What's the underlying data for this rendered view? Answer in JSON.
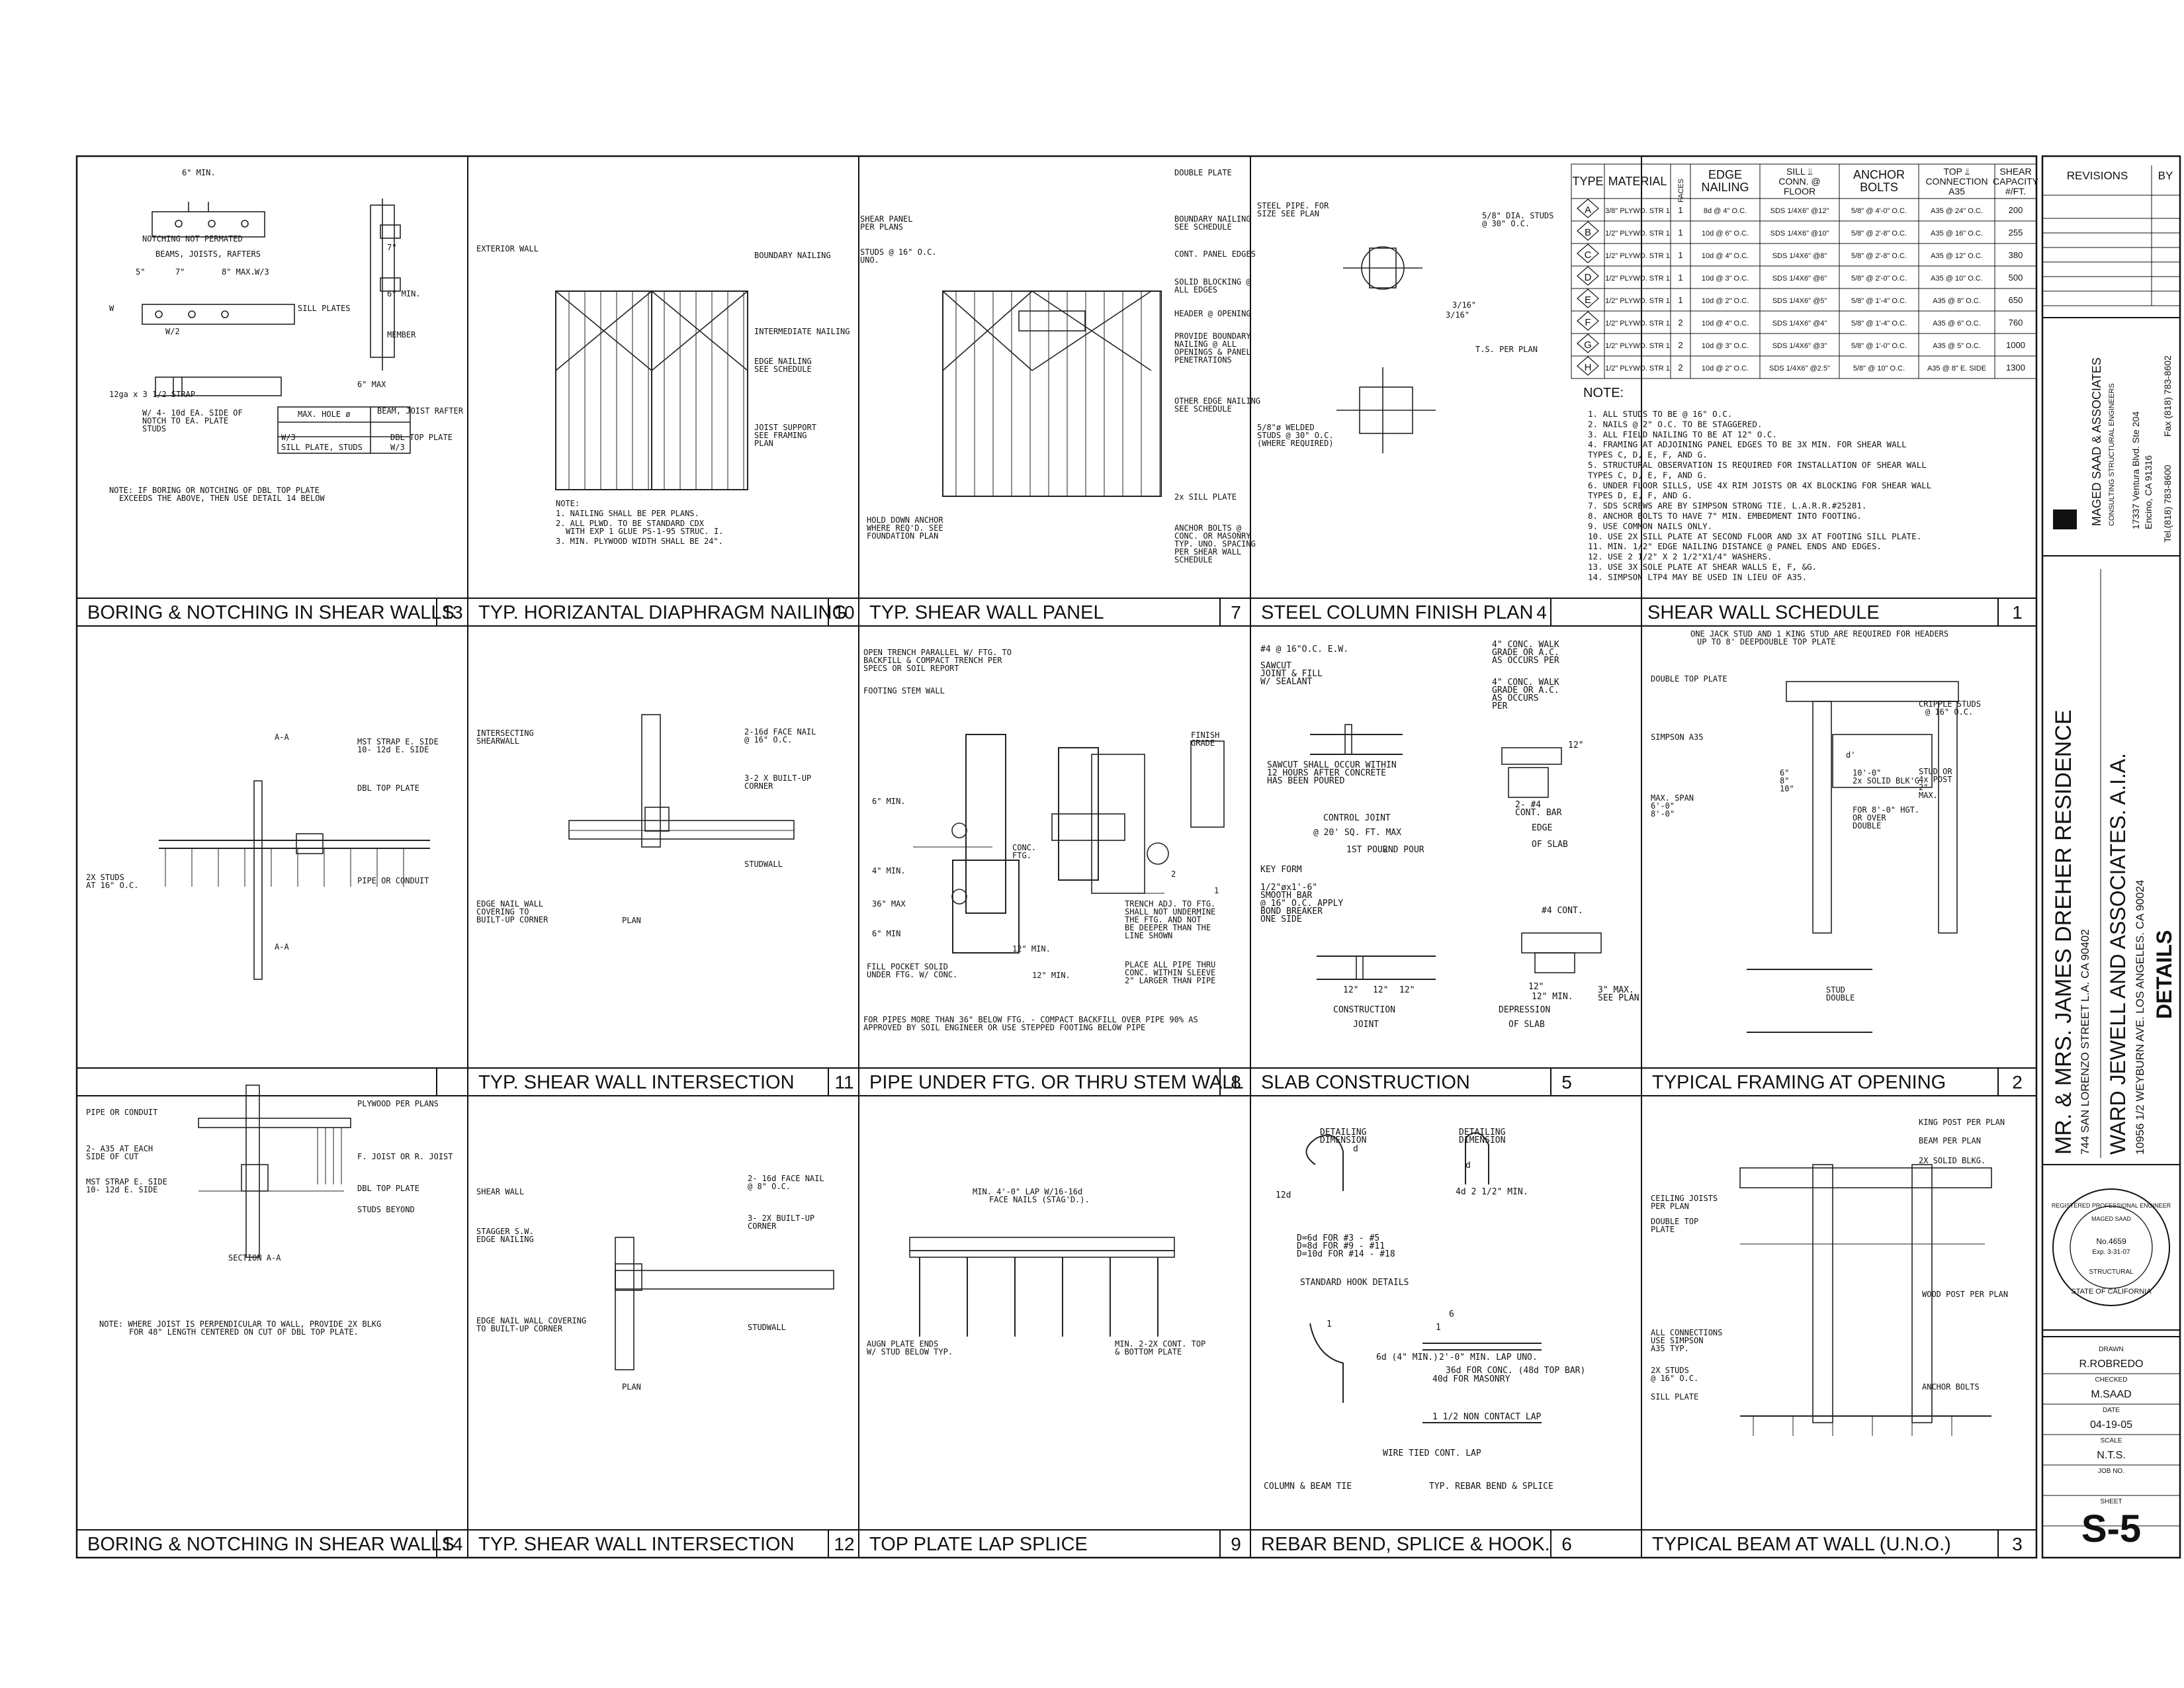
{
  "sheet": {
    "number": "S-5",
    "detail_titles": [
      {
        "n": "13",
        "t": "BORING & NOTCHING IN SHEAR WALLS"
      },
      {
        "n": "10",
        "t": "TYP. HORIZANTAL DIAPHRAGM NAILING"
      },
      {
        "n": "7",
        "t": "TYP. SHEAR WALL PANEL"
      },
      {
        "n": "4",
        "t": "STEEL COLUMN FINISH PLAN"
      },
      {
        "n": "1",
        "t": "SHEAR WALL SCHEDULE"
      },
      {
        "n": "11",
        "t": "TYP. SHEAR WALL INTERSECTION"
      },
      {
        "n": "8",
        "t": "PIPE UNDER FTG. OR THRU STEM WALL"
      },
      {
        "n": "5",
        "t": "SLAB CONSTRUCTION"
      },
      {
        "n": "2",
        "t": "TYPICAL FRAMING AT OPENING"
      },
      {
        "n": "14",
        "t": "BORING & NOTCHING IN SHEAR WALLS"
      },
      {
        "n": "12",
        "t": "TYP. SHEAR WALL INTERSECTION"
      },
      {
        "n": "9",
        "t": "TOP PLATE LAP SPLICE"
      },
      {
        "n": "6",
        "t": "REBAR BEND, SPLICE & HOOK."
      },
      {
        "n": "3",
        "t": "TYPICAL BEAM AT WALL (U.N.O.)"
      }
    ]
  },
  "title_block": {
    "revisions": "REVISIONS",
    "by": "BY",
    "firm": "MAGED SAAD & ASSOCIATES",
    "firm_sub": "CONSULTING STRUCTURAL ENGINEERS",
    "address1": "17337 Ventura Blvd. Ste 204",
    "address2": "Encino, CA 91316",
    "tel": "Tel.(818) 783-8600",
    "fax": "Fax (818) 783-8602",
    "project": "MR. & MRS. JAMES DREHER RESIDENCE",
    "project_addr": "744 SAN LORENZO STREET L.A. CA 90402",
    "architect": "WARD JEWELL AND ASSOCIATES. A.I.A.",
    "architect_addr": "10956 1/2 WEYBURN AVE. LOS ANGELES. CA 90024",
    "sheet_title": "DETAILS",
    "seal_top": "REGISTERED PROFESSIONAL ENGINEER",
    "seal_name": "MAGED SAAD",
    "seal_no": "No.4659",
    "seal_exp": "Exp. 3-31-07",
    "seal_struct": "STRUCTURAL",
    "seal_state": "STATE OF CALIFORNIA",
    "drawn_label": "DRAWN",
    "drawn": "R.ROBREDO",
    "checked_label": "CHECKED",
    "checked": "M.SAAD",
    "date_label": "DATE",
    "date": "04-19-05",
    "scale_label": "SCALE",
    "scale": "N.T.S.",
    "job_label": "JOB NO.",
    "sheet_label": "SHEET"
  },
  "schedule": {
    "headers": [
      "TYPE",
      "MATERIAL",
      "FACES",
      "EDGE NAILING",
      "SILL ⫫ CONN. @ FLOOR",
      "ANCHOR BOLTS",
      "TOP ⫫ CONNECTION A35",
      "SHEAR CAPACITY #/FT."
    ],
    "rows": [
      [
        "A",
        "3/8\" PLYWD. STR 1",
        "1",
        "8d @ 4\" O.C.",
        "SDS 1/4X6\" @12\"",
        "5/8\" @ 4'-0\" O.C.",
        "A35 @ 24\" O.C.",
        "200"
      ],
      [
        "B",
        "1/2\" PLYWD. STR 1",
        "1",
        "10d @ 6\" O.C.",
        "SDS 1/4X6\" @10\"",
        "5/8\" @ 2'-8\" O.C.",
        "A35 @ 16\" O.C.",
        "255"
      ],
      [
        "C",
        "1/2\" PLYWD. STR 1",
        "1",
        "10d @ 4\" O.C.",
        "SDS 1/4X6\" @8\"",
        "5/8\" @ 2'-8\" O.C.",
        "A35 @ 12\" O.C.",
        "380"
      ],
      [
        "D",
        "1/2\" PLYWD. STR 1",
        "1",
        "10d @ 3\" O.C.",
        "SDS 1/4X6\" @6\"",
        "5/8\" @ 2'-0\" O.C.",
        "A35 @ 10\" O.C.",
        "500"
      ],
      [
        "E",
        "1/2\" PLYWD. STR 1",
        "1",
        "10d @ 2\" O.C.",
        "SDS 1/4X6\" @5\"",
        "5/8\" @ 1'-4\" O.C.",
        "A35 @ 8\" O.C.",
        "650"
      ],
      [
        "F",
        "1/2\" PLYWD. STR 1",
        "2",
        "10d @ 4\" O.C.",
        "SDS 1/4X6\" @4\"",
        "5/8\" @ 1'-4\" O.C.",
        "A35 @ 6\" O.C.",
        "760"
      ],
      [
        "G",
        "1/2\" PLYWD. STR 1",
        "2",
        "10d @ 3\" O.C.",
        "SDS 1/4X6\" @3\"",
        "5/8\" @ 1'-0\" O.C.",
        "A35 @ 5\" O.C.",
        "1000"
      ],
      [
        "H",
        "1/2\" PLYWD. STR 1",
        "2",
        "10d @ 2\" O.C.",
        "SDS 1/4X6\" @2.5\"",
        "5/8\" @ 10\" O.C.",
        "A35 @ 8\" E. SIDE",
        "1300"
      ]
    ],
    "note_title": "NOTE:",
    "notes": [
      "1.   ALL STUDS TO BE @ 16\" O.C.",
      "2.   NAILS @ 2\" O.C. TO BE STAGGERED.",
      "3.   ALL FIELD NAILING TO BE AT 12\" O.C.",
      "4.   FRAMING AT ADJOINING PANEL EDGES TO BE 3X MIN. FOR SHEAR WALL",
      "      TYPES C, D, E, F, AND G.",
      "5.   STRUCTURAL OBSERVATION IS REQUIRED FOR INSTALLATION OF SHEAR WALL",
      "      TYPES C, D, E, F, AND G.",
      "6.   UNDER FLOOR SILLS, USE 4X RIM JOISTS OR 4X BLOCKING FOR SHEAR WALL",
      "      TYPES D, E, F, AND G.",
      "7.   SDS SCREWS ARE BY SIMPSON STRONG TIE. L.A.R.R.#25281.",
      "8.   ANCHOR BOLTS TO HAVE 7\" MIN. EMBEDMENT INTO FOOTING.",
      "9.   USE COMMON NAILS ONLY.",
      "10.  USE 2X SILL PLATE AT SECOND FLOOR AND 3X AT FOOTING SILL PLATE.",
      "11.  MIN. 1/2\" EDGE NAILING DISTANCE @ PANEL ENDS AND EDGES.",
      "12.  USE 2 1/2\" X 2 1/2\"X1/4\" WASHERS.",
      "13.  USE 3X SOLE PLATE AT SHEAR WALLS E, F, &G.",
      "14.  SIMPSON LTP4 MAY BE USED IN LIEU OF A35."
    ]
  },
  "labels": {
    "d13": [
      "6\" MIN.",
      "NOTCHING NOT PERMATED",
      "BEAMS, JOISTS, RAFTERS",
      "5\"",
      "7\"",
      "8\" MAX.",
      "W/3",
      "W",
      "SILL PLATES",
      "W/2",
      "12ga x 3 1/2 STRAP",
      "W/ 4- 10d EA. SIDE OF",
      "NOTCH TO EA. PLATE",
      "STUDS",
      "6\" MAX",
      "7\"",
      "6\" MIN.",
      "MEMBER",
      "MAX. HOLE ø",
      "BEAM, JOIST RAFTER",
      "W/3",
      "DBL TOP PLATE",
      "SILL PLATE, STUDS",
      "W/3",
      "NOTE:  IF BORING OR NOTCHING OF DBL TOP PLATE",
      "EXCEEDS THE ABOVE,  THEN USE DETAIL 14 BELOW"
    ],
    "d10": [
      "EXTERIOR WALL",
      "BOUNDARY NAILING",
      "INTERMEDIATE NAILING",
      "EDGE NAILING",
      "SEE SCHEDULE",
      "JOIST SUPPORT",
      "SEE FRAMING",
      "PLAN",
      "NOTE:",
      "1.  NAILING SHALL BE PER PLANS.",
      "2.  ALL PLWD. TO BE STANDARD CDX",
      "     WITH EXP 1 GLUE PS-1-95 STRUC. I.",
      "3.  MIN. PLYWOOD WIDTH SHALL BE 24\"."
    ],
    "d7": [
      "DOUBLE PLATE",
      "SHEAR PANEL",
      "PER PLANS",
      "BOUNDARY NAILING",
      "SEE SCHEDULE",
      "STUDS @ 16\" O.C.",
      "UNO.",
      "CONT. PANEL EDGES",
      "SOLID BLOCKING @",
      "ALL EDGES",
      "HEADER @ OPENING",
      "PROVIDE BOUNDARY",
      "NAILING @ ALL",
      "OPENINGS & PANEL",
      "PENETRATIONS",
      "OTHER EDGE NAILING",
      "SEE SCHEDULE",
      "2x SILL PLATE",
      "HOLD DOWN ANCHOR",
      "WHERE REQ'D. SEE",
      "FOUNDATION PLAN",
      "ANCHOR BOLTS @",
      "CONC. OR MASONRY",
      "TYP. UNO. SPACING",
      "PER SHEAR WALL",
      "SCHEDULE"
    ],
    "d4": [
      "STEEL PIPE. FOR",
      "SIZE SEE PLAN",
      "5/8\" DIA. STUDS",
      "@ 30\" O.C.",
      "3/16\"",
      "3/16\"",
      "T.S. PER PLAN",
      "5/8\"ø WELDED",
      "STUDS @ 30\" O.C.",
      "(WHERE REQUIRED)"
    ],
    "d11": [
      "INTERSECTING",
      "SHEARWALL",
      "2-16d FACE NAIL",
      "@ 16\" O.C.",
      "3-2 X BUILT-UP",
      "CORNER",
      "STUDWALL",
      "EDGE NAIL WALL",
      "COVERING TO",
      "BUILT-UP CORNER",
      "PLAN"
    ],
    "d8": [
      "OPEN TRENCH PARALLEL W/ FTG. TO",
      "BACKFILL & COMPACT TRENCH PER",
      "SPECS OR SOIL REPORT",
      "FOOTING STEM WALL",
      "FINISH",
      "GRADE",
      "6\" MIN.",
      "4\" MIN.",
      "CONC.",
      "FTG.",
      "36\" MAX",
      "6\" MIN",
      "2",
      "1",
      "TRENCH ADJ. TO FTG.",
      "SHALL NOT UNDERMINE",
      "THE  FTG. AND NOT",
      "BE DEEPER THAN THE",
      "LINE SHOWN",
      "12\" MIN.",
      "FILL POCKET SOLID",
      "UNDER FTG. W/ CONC.",
      "12\" MIN.",
      "PLACE ALL PIPE THRU",
      "CONC. WITHIN SLEEVE",
      "2\" LARGER THAN PIPE",
      "FOR PIPES MORE THAN 36\" BELOW FTG. - COMPACT BACKFILL OVER PIPE  90% AS",
      "APPROVED BY SOIL ENGINEER OR USE STEPPED FOOTING BELOW PIPE"
    ],
    "d5": [
      "#4 @ 16\"O.C. E.W.",
      "SAWCUT",
      "JOINT & FILL",
      "W/ SEALANT",
      "SAWCUT SHALL OCCUR WITHIN",
      "12 HOURS AFTER CONCRETE",
      "HAS BEEN POURED",
      "CONTROL JOINT",
      "@ 20' SQ. FT. MAX",
      "4\" CONC. WALK",
      "GRADE OR A.C.",
      "AS OCCURS PER",
      "4\" CONC. WALK",
      "GRADE OR A.C.",
      "AS OCCURS",
      "PER",
      "12\"",
      "2- #4",
      "CONT. BAR",
      "EDGE",
      "OF SLAB",
      "1ST POUR",
      "2ND POUR",
      "KEY FORM",
      "1/2\"øx1'-6\"",
      "SMOOTH BAR",
      "@ 16\" O.C. APPLY",
      "BOND BREAKER",
      "ONE SIDE",
      "12\"",
      "12\"",
      "12\"",
      "#4 CONT.",
      "3\" MAX.",
      "SEE PLAN",
      "12\"",
      "12\" MIN.",
      "CONSTRUCTION",
      "JOINT",
      "DEPRESSION",
      "OF SLAB"
    ],
    "d2": [
      "ONE JACK STUD AND 1 KING STUD ARE REQUIRED FOR HEADERS",
      "UP TO 8' DEEPDOUBLE TOP PLATE",
      "DOUBLE TOP PLATE",
      "CRIPPLE STUDS",
      "@ 16\" O.C.",
      "SIMPSON A35",
      "d'",
      "6\"",
      "8\"",
      "10\"",
      "MAX. SPAN",
      "6'-0\"",
      "8'-0\"",
      "10'-0\"",
      "2x SOLID BLK'G.",
      "FOR 8'-0\" HGT.",
      "OR OVER",
      "DOUBLE",
      "STUD",
      "DOUBLE",
      "STUD OR",
      "4x POST",
      "2\"",
      "MAX."
    ],
    "d14": [
      "PIPE OR CONDUIT",
      "PLYWOOD   PER PLANS",
      "2- A35 AT EACH",
      "SIDE OF CUT",
      "F. JOIST OR R. JOIST",
      "MST STRAP E. SIDE",
      "10- 12d E. SIDE",
      "DBL TOP PLATE",
      "STUDS BEYOND",
      "SECTION A-A",
      "NOTE: WHERE JOIST IS PERPENDICULAR TO WALL, PROVIDE 2X BLKG",
      "FOR 48\" LENGTH CENTERED ON CUT OF DBL TOP PLATE."
    ],
    "d13b": [
      "A-A",
      "MST STRAP E. SIDE",
      "10- 12d E. SIDE",
      "DBL TOP PLATE",
      "2X STUDS",
      "AT 16\" O.C.",
      "PIPE OR CONDUIT",
      "A-A"
    ],
    "d12": [
      "SHEAR WALL",
      "2- 16d FACE NAIL",
      "@ 8\" O.C.",
      "STAGGER S.W.",
      "EDGE NAILING",
      "3- 2X BUILT-UP",
      "CORNER",
      "STUDWALL",
      "EDGE NAIL WALL COVERING",
      "TO BUILT-UP CORNER",
      "PLAN"
    ],
    "d9": [
      "MIN. 4'-0\" LAP W/16-16d",
      "FACE NAILS (STAG'D.).",
      "AUGN   PLATE ENDS",
      "W/ STUD BELOW TYP.",
      "MIN. 2-2X   CONT. TOP",
      "& BOTTOM PLATE"
    ],
    "d6": [
      "DETAILING",
      "DIMENSION",
      "DETAILING",
      "DIMENSION",
      "12d",
      "d",
      "d",
      "4d 2 1/2\" MIN.",
      "D=6d FOR #3 - #5",
      "D=8d FOR #9 - #11",
      "D=10d FOR #14 - #18",
      "STANDARD HOOK DETAILS",
      "6",
      "1",
      "1",
      "6d (4\" MIN.)",
      "2'-0\" MIN. LAP UNO.",
      "36d FOR CONC. (48d TOP BAR)",
      "40d FOR MASONRY",
      "1 1/2 NON CONTACT LAP",
      "WIRE TIED CONT. LAP",
      "COLUMN & BEAM TIE",
      "TYP. REBAR BEND & SPLICE"
    ],
    "d3": [
      "KING POST PER PLAN",
      "BEAM PER PLAN",
      "2X SOLID BLKG.",
      "CEILING JOISTS",
      "PER PLAN",
      "DOUBLE TOP",
      "PLATE",
      "WOOD POST PER PLAN",
      "ALL CONNECTIONS",
      "USE SIMPSON",
      "A35 TYP.",
      "2X STUDS",
      "@ 16\" O.C.",
      "SILL PLATE",
      "ANCHOR BOLTS"
    ]
  }
}
